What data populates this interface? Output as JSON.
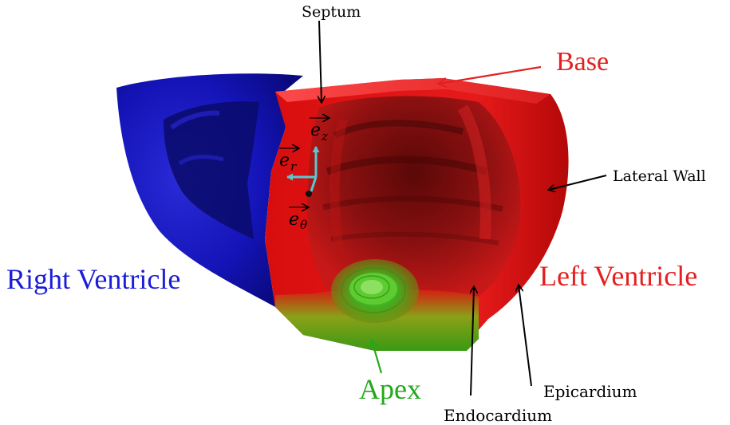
{
  "labels": {
    "septum": "Septum",
    "base": "Base",
    "lateral_wall": "Lateral Wall",
    "right_ventricle": "Right Ventricle",
    "left_ventricle": "Left Ventricle",
    "apex": "Apex",
    "epicardium": "Epicardium",
    "endocardium": "Endocardium"
  },
  "vectors": {
    "ez_base": "e",
    "ez_sub": "z",
    "er_base": "e",
    "er_sub": "r",
    "etheta_base": "e",
    "etheta_sub": "θ"
  },
  "colors": {
    "right_ventricle": "#1a1acf",
    "left_ventricle": "#e01818",
    "apex": "#3aa61a",
    "base_label": "#e32020",
    "rv_label": "#1b1bd8",
    "lv_label": "#e32020",
    "apex_label": "#22a81a",
    "axis_triad": "#58c8d0",
    "arrows": "#000000"
  }
}
